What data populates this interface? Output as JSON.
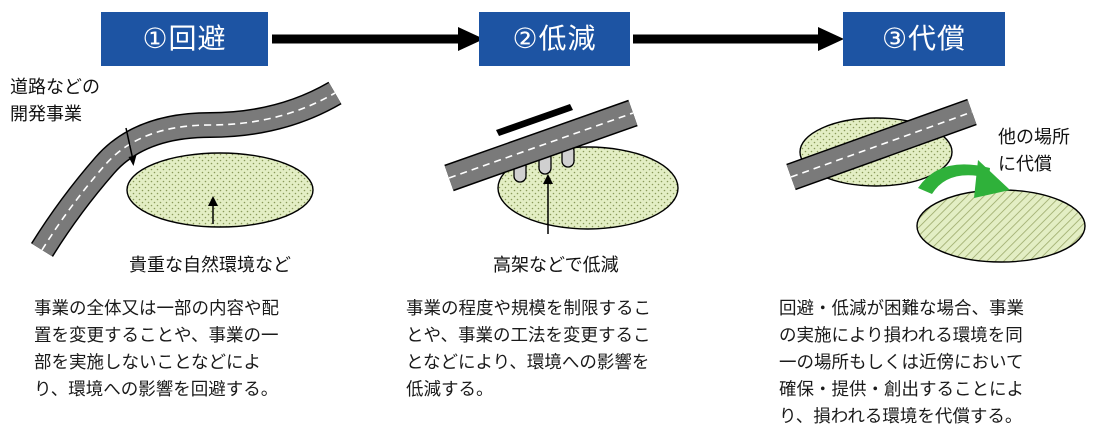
{
  "steps": [
    {
      "label": "①回避"
    },
    {
      "label": "②低減"
    },
    {
      "label": "③代償"
    }
  ],
  "labels": {
    "road_project": "道路などの\n開発事業",
    "precious_nature": "貴重な自然環境など",
    "elevated": "高架などで低減",
    "other_place": "他の場所\nに代償"
  },
  "descriptions": {
    "avoidance": "事業の全体又は一部の内容や配\n置を変更することや、事業の一\n部を実施しないことなどによ\nり、環境への影響を回避する。",
    "reduction": "事業の程度や規模を制限するこ\nとや、事業の工法を変更するこ\nとなどにより、環境への影響を\n低減する。",
    "compensation": "回避・低減が困難な場合、事業\nの実施により損われる環境を同\n一の場所もしくは近傍において\n確保・提供・創出することによ\nり、損われる環境を代償する。"
  },
  "colors": {
    "step_box": "#1d54a3",
    "habitat_fill": "#e3eec4",
    "road": "#7a7a7a",
    "compensation_arrow": "#2fb13a"
  },
  "icons": [
    "road-icon",
    "habitat-area-icon",
    "elevated-viaduct-icon",
    "green-curved-arrow-icon",
    "flow-arrow-icon"
  ]
}
